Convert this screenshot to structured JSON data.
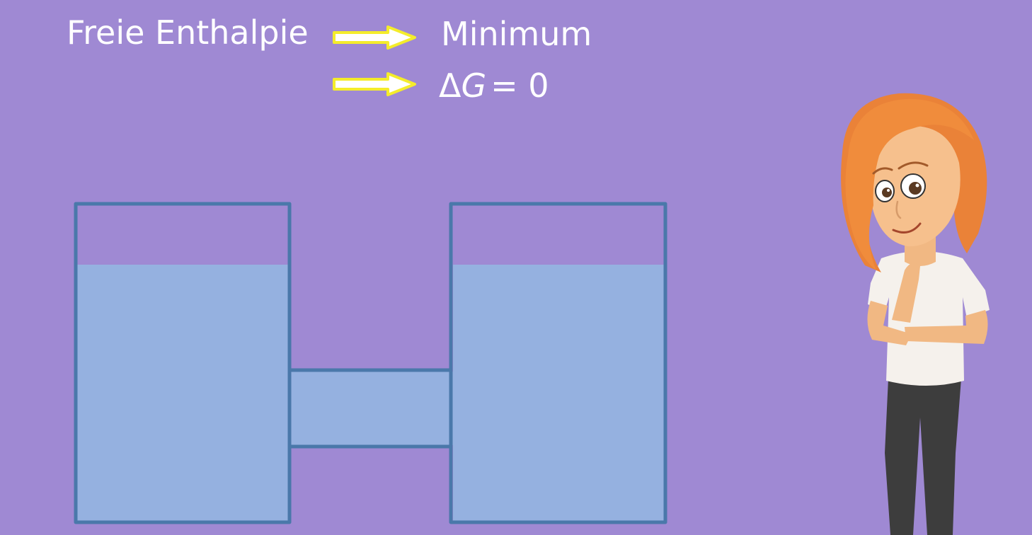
{
  "header": {
    "left_label": "Freie Enthalpie",
    "right_label": "Minimum",
    "equation_delta": "Δ",
    "equation_var": "G",
    "equation_rest": "= 0"
  },
  "colors": {
    "background": "#9f89d3",
    "arrow": "#f4ec2b",
    "vessel_outline": "#4a78aa",
    "water": "#95b1e0",
    "text": "#ffffff"
  },
  "icons": {
    "arrow": "double-arrow-right-icon",
    "vessels": "communicating-vessels-illustration",
    "character": "thinking-woman-illustration"
  }
}
